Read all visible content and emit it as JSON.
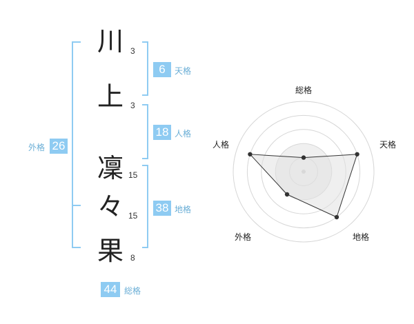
{
  "name_chars": [
    {
      "char": "川",
      "strokes": "3"
    },
    {
      "char": "上",
      "strokes": "3"
    },
    {
      "char": "凜",
      "strokes": "15"
    },
    {
      "char": "々",
      "strokes": "15"
    },
    {
      "char": "果",
      "strokes": "8"
    }
  ],
  "fortunes": {
    "tenkaku": {
      "value": "6",
      "label": "天格"
    },
    "jinkaku": {
      "value": "18",
      "label": "人格"
    },
    "chikaku": {
      "value": "38",
      "label": "地格"
    },
    "gaikaku": {
      "value": "26",
      "label": "外格"
    },
    "soukaku": {
      "value": "44",
      "label": "総格"
    }
  },
  "radar": {
    "axes": [
      "総格",
      "天格",
      "地格",
      "外格",
      "人格"
    ],
    "levels": [
      1,
      4,
      4,
      2,
      4
    ],
    "max": 5
  },
  "colors": {
    "accent": "#8ecbf2",
    "accent_text": "#6aaed6",
    "bracket": "#8ecbf2"
  }
}
